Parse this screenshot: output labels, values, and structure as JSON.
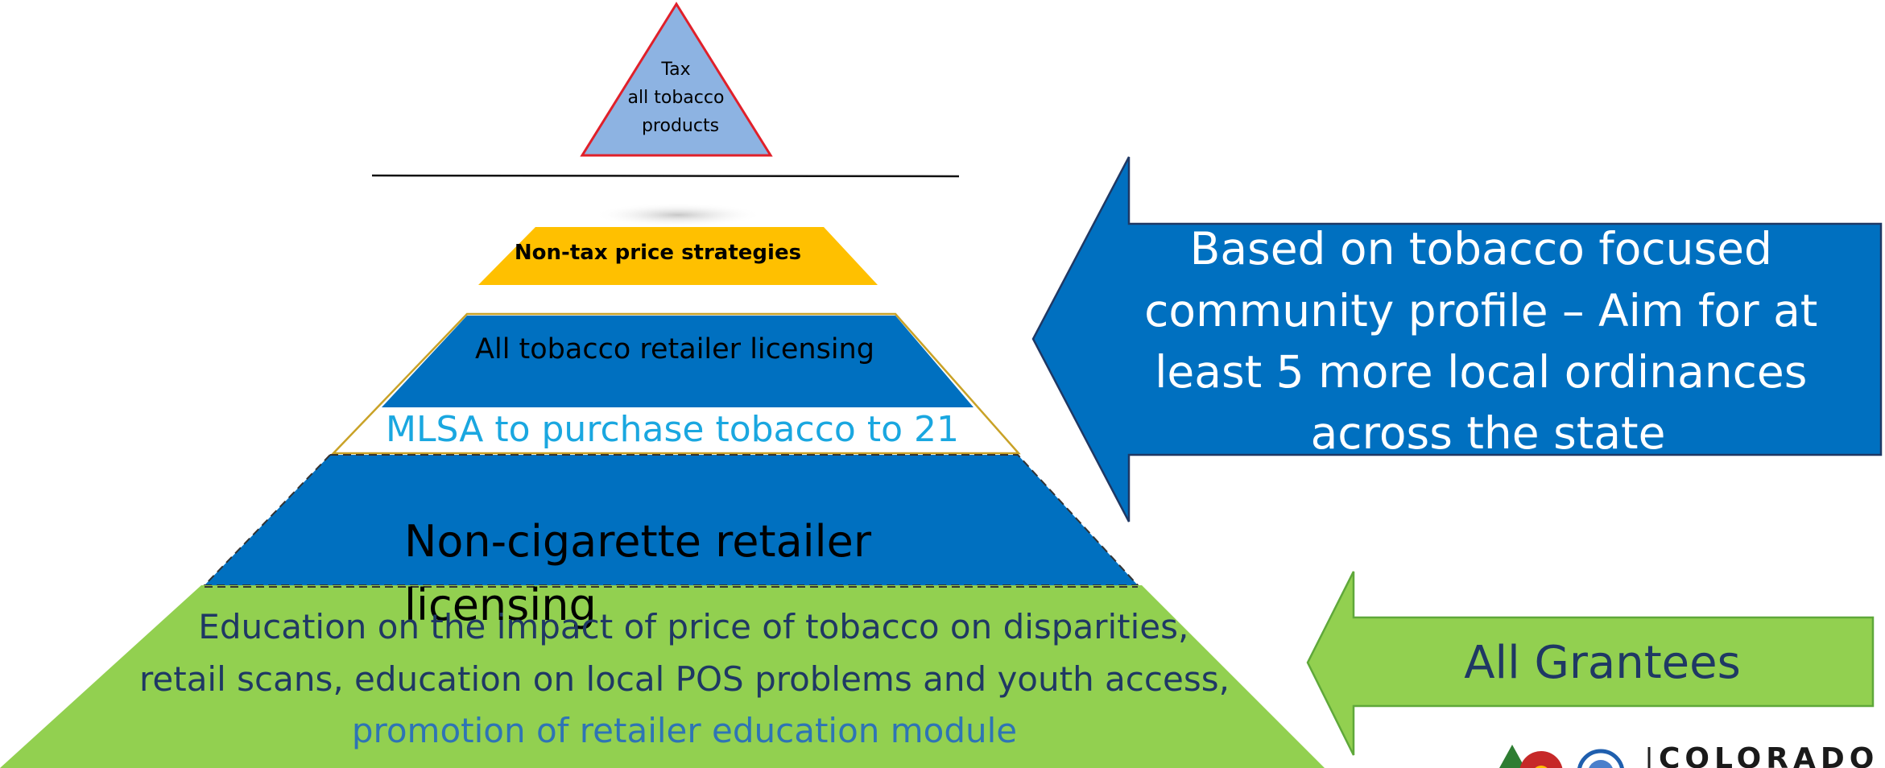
{
  "pyramid": {
    "apex_lines": [
      "Tax",
      "all tobacco",
      "products"
    ],
    "tier_nontax": "Non-tax price strategies",
    "tier_licensing": "All tobacco retailer licensing",
    "tier_mlsa": "MLSA to purchase tobacco to 21",
    "tier_noncig_lines": [
      "Non-cigarette retailer",
      "licensing"
    ],
    "base_lines": [
      "Education on the impact of price of tobacco on disparities,",
      "retail scans, education on local POS problems and youth access,",
      "promotion of retailer education module"
    ]
  },
  "arrows": {
    "blue_lines": [
      "Based on tobacco focused",
      "community profile – Aim for at",
      "least 5 more local ordinances",
      "across the state"
    ],
    "green": "All Grantees"
  },
  "logo": {
    "text": "COLORADO"
  },
  "colors": {
    "apex_fill": "#8DB3E2",
    "apex_stroke": "#E0202A",
    "nontax_fill": "#FFC000",
    "blue_fill": "#0070C0",
    "green_fill": "#92D050",
    "mlsa_text": "#1AA7E0",
    "base_text": "#1F3864",
    "base_highlight": "#2E74B5",
    "gold_outline": "#C9A227"
  }
}
